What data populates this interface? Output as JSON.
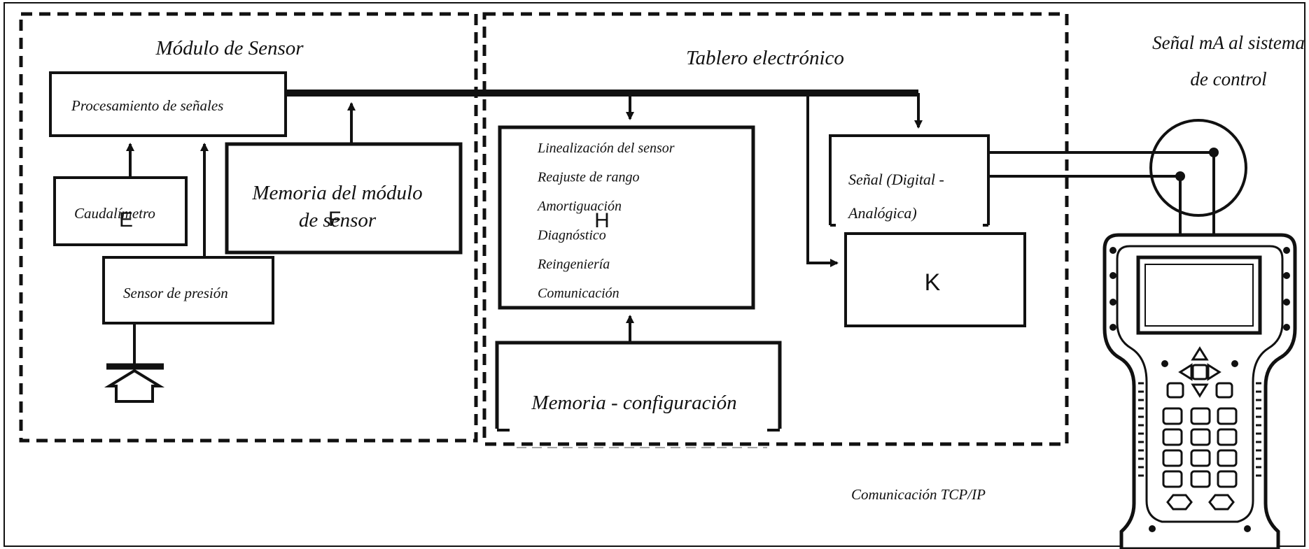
{
  "sensor_module": {
    "title": "Módulo de Sensor",
    "signal_processing": "Procesamiento de señales",
    "flowmeter": "Caudalímetro",
    "flowmeter_letter": "E",
    "memory_line1": "Memoria del módulo",
    "memory_line2": "de sensor",
    "memory_letter": "F",
    "pressure_sensor": "Sensor de presión"
  },
  "electronic_board": {
    "title": "Tablero electrónico",
    "functions": [
      "Linealización del sensor",
      "Reajuste de rango",
      "Amortiguación",
      "Diagnóstico",
      "Reingeniería",
      "Comunicación"
    ],
    "functions_letter": "H",
    "signal_line1": "Señal (Digital -",
    "signal_line2": "Analógica)",
    "k_box": "K",
    "config_memory": "Memoria - configuración"
  },
  "output": {
    "line1": "Señal mA al sistema",
    "line2": "de  control"
  },
  "tcp_label": "Comunicación TCP/IP"
}
